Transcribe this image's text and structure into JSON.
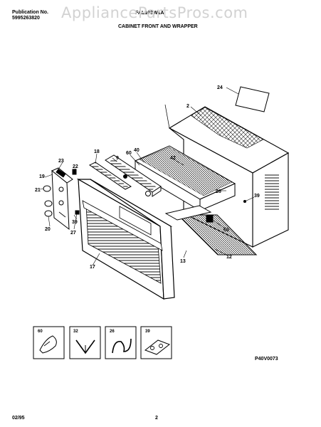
{
  "header": {
    "publication_label": "Publication No.",
    "publication_number": "5995263820",
    "model": "FAL103W1A",
    "section_title": "CABINET FRONT AND WRAPPER"
  },
  "watermark": "AppliancePartsPros.com",
  "callouts": {
    "c24": "24",
    "c2": "2",
    "c23": "23",
    "c18": "18",
    "c9": "9",
    "c60a": "60",
    "c40": "40",
    "c42": "42",
    "c22": "22",
    "c19": "19",
    "c21": "21",
    "c20": "20",
    "c27": "27",
    "c39": "39",
    "c26": "26",
    "c39r": "39",
    "c60b": "60",
    "c12": "12",
    "c13": "13",
    "c17": "17"
  },
  "inset_labels": [
    "60",
    "32",
    "26",
    "39"
  ],
  "figure_code": "P40V0073",
  "footer": {
    "date": "02/95",
    "page": "2"
  }
}
